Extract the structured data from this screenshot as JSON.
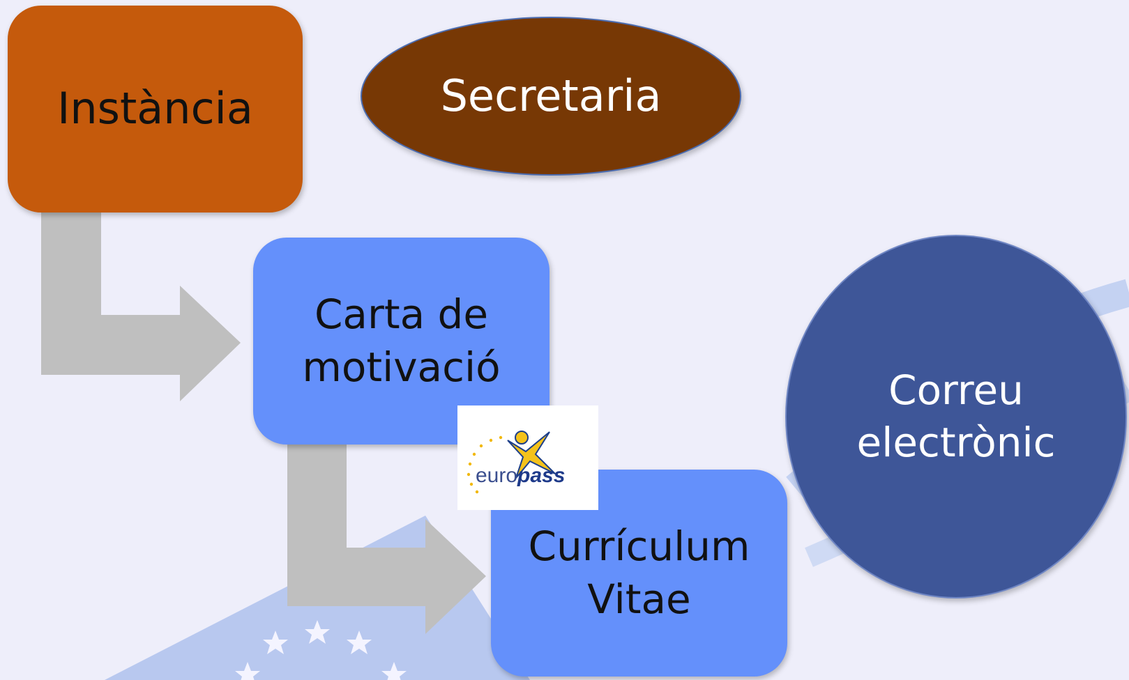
{
  "nodes": {
    "instancia": "Instància",
    "secretaria": "Secretaria",
    "carta_line1": "Carta de",
    "carta_line2": "motivació",
    "curriculum_line1": "Currículum",
    "curriculum_line2": "Vitae",
    "correu_line1": "Correu",
    "correu_line2": "electrònic"
  },
  "logo": {
    "text_light": "euro",
    "text_bold": "pass"
  },
  "colors": {
    "instancia": "#c55a0c",
    "secretaria": "#773805",
    "blue_boxes": "#6490fb",
    "correu": "#3e5698",
    "arrows": "#bfbfbf"
  }
}
